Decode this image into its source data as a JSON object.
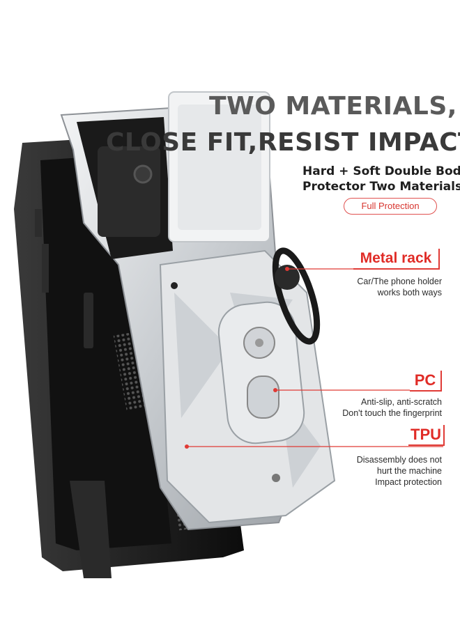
{
  "headline": {
    "line1": "TWO MATERIALS,",
    "line2": "CLOSE FIT,RESIST IMPACT"
  },
  "subheading": {
    "line1": "Hard + Soft Double Body",
    "line2": "Protector Two Materials"
  },
  "protection_pill": "Full Protection",
  "features": {
    "metal_rack": {
      "label": "Metal rack",
      "lines": [
        "Car/The phone holder",
        "works both ways"
      ]
    },
    "pc": {
      "label": "PC",
      "lines": [
        "Anti-slip, anti-scratch",
        "Don't touch the fingerprint"
      ]
    },
    "tpu": {
      "label": "TPU",
      "lines": [
        "Disassembly does not",
        "hurt the machine",
        "Impact protection"
      ]
    }
  },
  "colors": {
    "accent_red": "#e02c27",
    "silver": "#d9dcdf",
    "black_case": "#1b1b1b"
  }
}
